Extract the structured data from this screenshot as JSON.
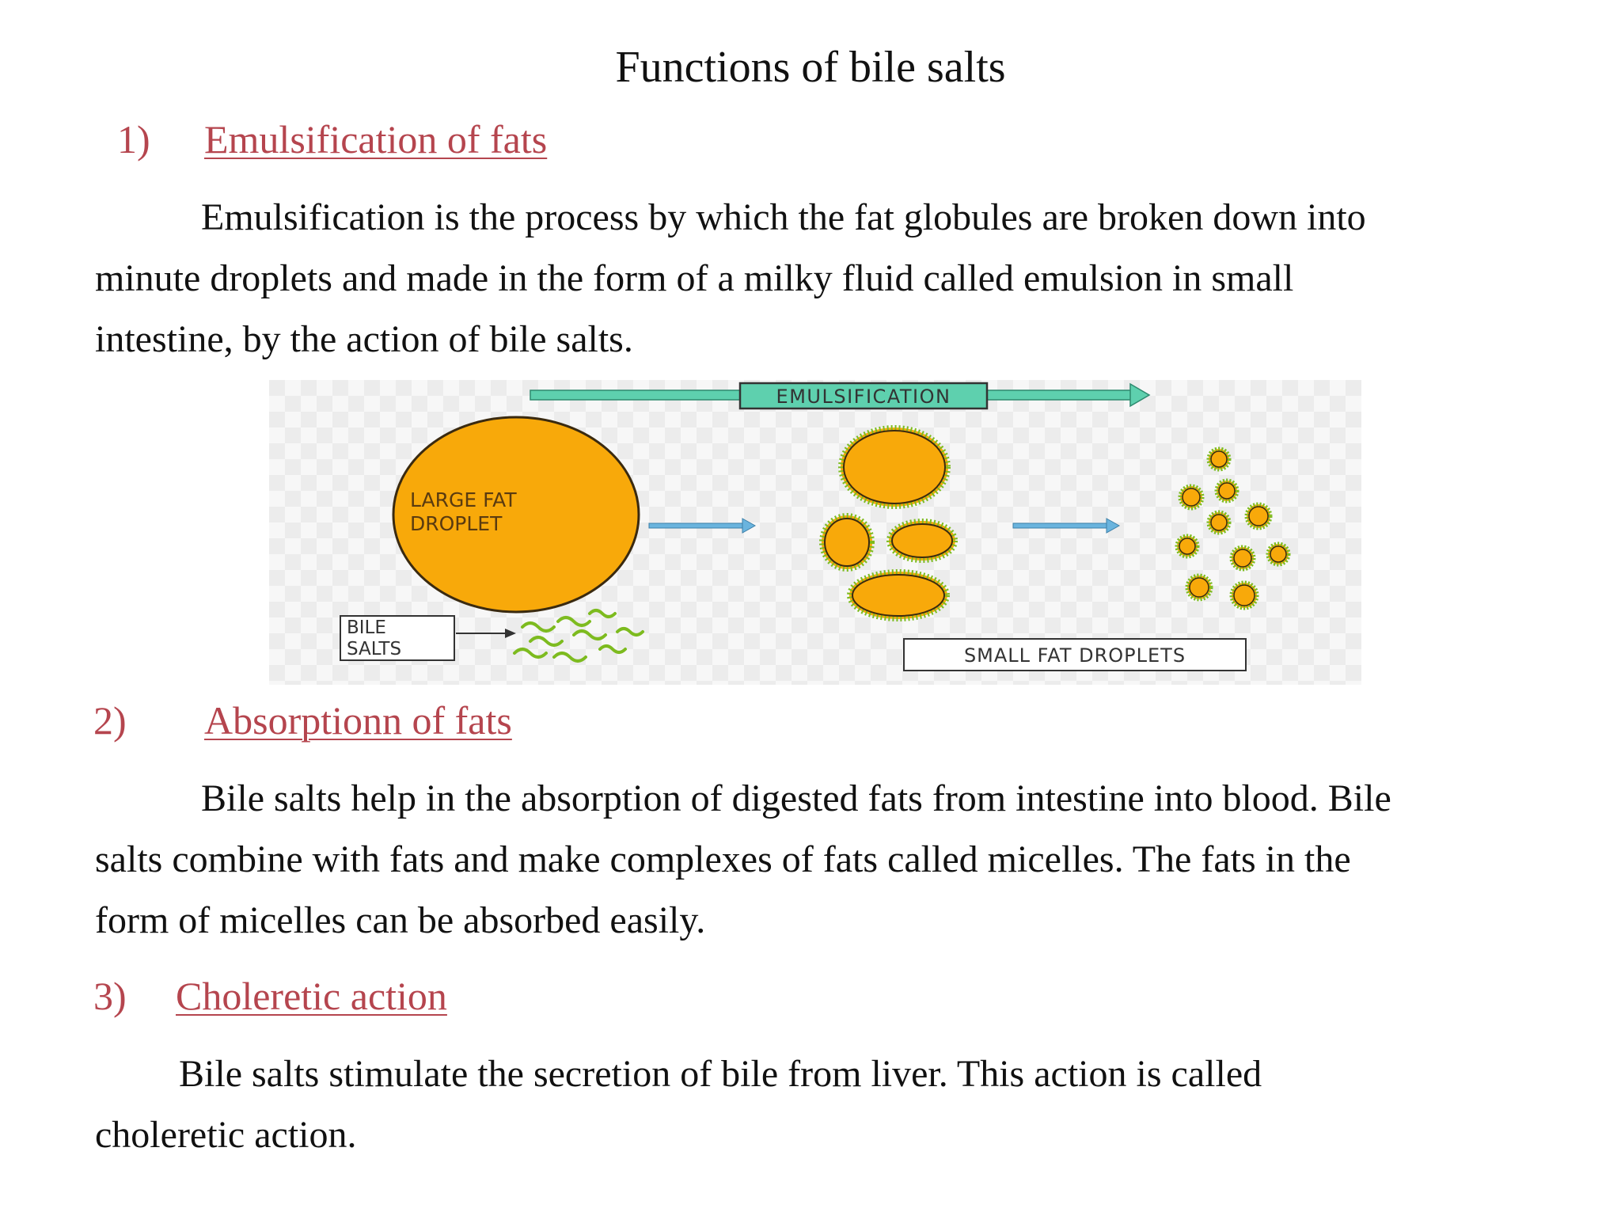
{
  "title": "Functions of bile salts",
  "sections": [
    {
      "number": "1)",
      "heading": "Emulsification of fats",
      "lines": [
        "Emulsification is the process by which the fat globules are broken down into",
        "minute droplets and made in the form of a milky fluid called emulsion in small",
        "intestine, by the action of bile salts."
      ]
    },
    {
      "number": "2)",
      "heading": "Absorptionn of fats",
      "lines": [
        "Bile salts help in the absorption of digested fats from intestine into blood. Bile",
        "salts combine with fats and make complexes of fats called micelles. The fats in the",
        "form of micelles can be absorbed easily."
      ]
    },
    {
      "number": "3)",
      "heading": "Choleretic action",
      "lines": [
        "Bile salts stimulate the secretion of bile from liver. This action is called",
        "choleretic action."
      ]
    }
  ],
  "diagram": {
    "top_label": "EMULSIFICATION",
    "large_droplet_label_1": "LARGE  FAT",
    "large_droplet_label_2": "DROPLET",
    "bile_label_1": "BILE",
    "bile_label_2": "SALTS",
    "small_droplets_label": "SMALL  FAT  DROPLETS",
    "colors": {
      "fat": "#f8a90a",
      "salt": "#7dbb1f",
      "emulsification_arrow": "#5ed0ae",
      "flow_arrow": "#6ab4de",
      "heading_text": "#b5454e"
    }
  }
}
